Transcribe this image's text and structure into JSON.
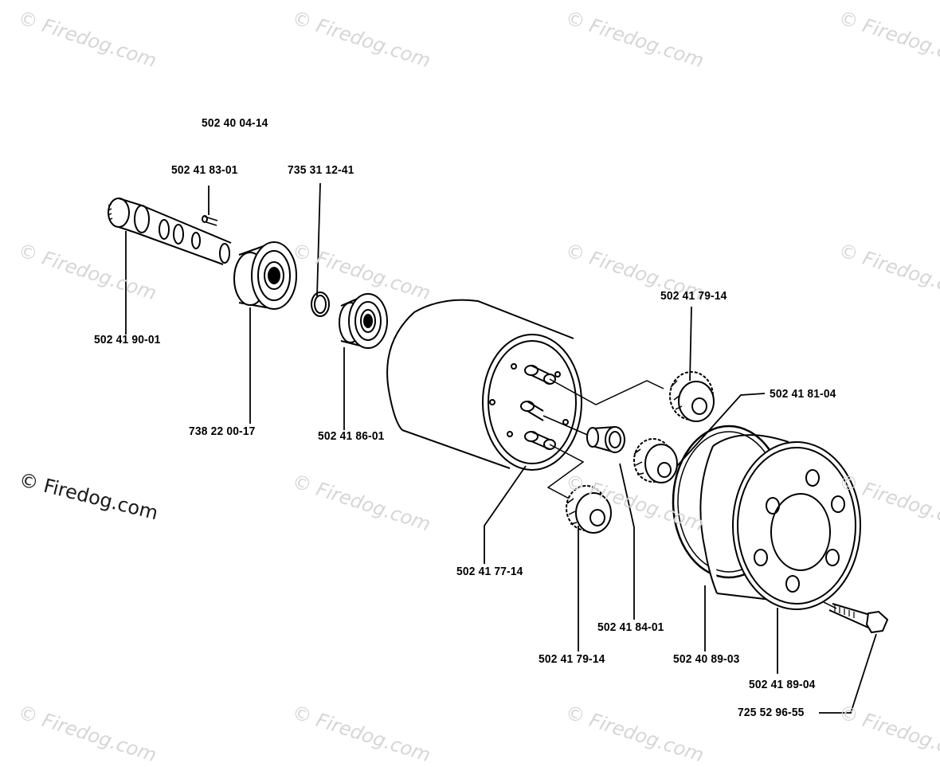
{
  "watermark": {
    "text": "© Firedog.com",
    "main_text": "© Firedog.com"
  },
  "parts": {
    "assembly": "502 40 04-14",
    "key": "502 41 83-01",
    "snap_ring": "735 31 12-41",
    "shaft": "502 41 90-01",
    "bearing_large": "738 22 00-17",
    "bearing_small": "502 41 86-01",
    "gear_top": "502 41 79-14",
    "gear_center": "502 41 81-04",
    "planet_carrier": "502 41 77-14",
    "gear_bottom": "502 41 79-14",
    "bushing": "502 41 84-01",
    "o_ring": "502 40 89-03",
    "cover": "502 41 89-04",
    "screw": "725 52 96-55"
  }
}
